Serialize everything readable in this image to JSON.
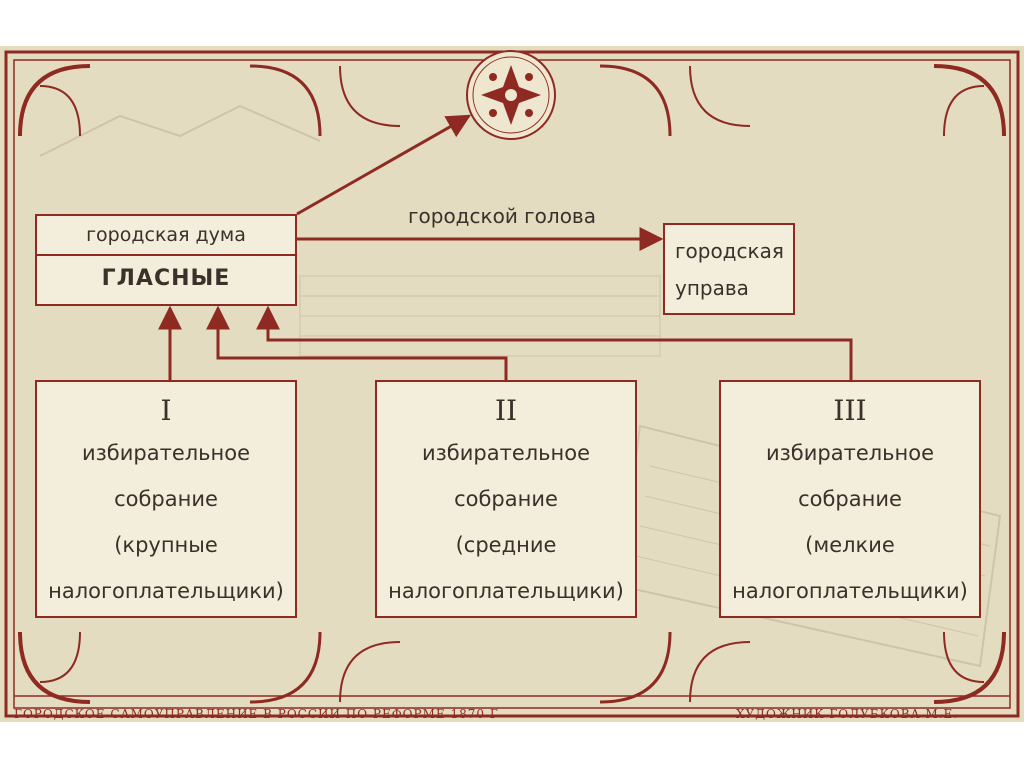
{
  "head": {
    "label": "городской голова"
  },
  "duma": {
    "title": "городская дума",
    "members": "ГЛАСНЫЕ"
  },
  "uprava": {
    "line1": "городская",
    "line2": "управа"
  },
  "assemblies": [
    {
      "numeral": "I",
      "line1": "избирательное",
      "line2": "собрание",
      "line3": "(крупные",
      "line4": "налогоплательщики)"
    },
    {
      "numeral": "II",
      "line1": "избирательное",
      "line2": "собрание",
      "line3": "(средние",
      "line4": "налогоплательщики)"
    },
    {
      "numeral": "III",
      "line1": "избирательное",
      "line2": "собрание",
      "line3": "(мелкие",
      "line4": "налогоплательщики)"
    }
  ],
  "footer": {
    "title": "ГОРОДСКОЕ САМОУПРАВЛЕНИЕ В РОССИИ ПО РЕФОРМЕ 1870 Г",
    "artist": "ХУДОЖНИК ГОЛУБКОВА М.Е."
  },
  "colors": {
    "line": "#8e2a22",
    "box_fill": "#f3eedb",
    "background": "#e4dcc0",
    "text": "#3b302a"
  }
}
